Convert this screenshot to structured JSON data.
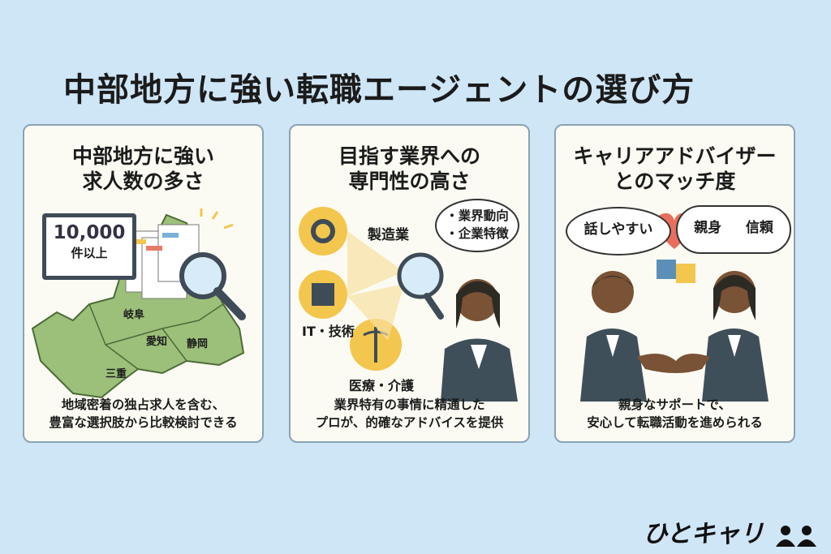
{
  "title": "中部地方に強い転職エージェントの選び方",
  "panels": [
    {
      "title_line1": "中部地方に強い",
      "title_line2": "求人数の多さ",
      "monitor_number": "10,000",
      "monitor_unit": "件以上",
      "map_labels": [
        "岐阜",
        "愛知",
        "静岡",
        "三重"
      ],
      "desc_line1": "地域密着の独占求人を含む、",
      "desc_line2": "豊富な選択肢から比較検討できる"
    },
    {
      "title_line1": "目指す業界への",
      "title_line2": "専門性の高さ",
      "industries": [
        "製造業",
        "IT・技術",
        "医療・介護"
      ],
      "bubble_line1": "・業界動向",
      "bubble_line2": "・企業特徴",
      "desc_line1": "業界特有の事情に精通した",
      "desc_line2": "プロが、的確なアドバイスを提供"
    },
    {
      "title_line1": "キャリアアドバイザー",
      "title_line2": "とのマッチ度",
      "bubble_left": "話しやすい",
      "bubble_right_1": "親身",
      "bubble_right_2": "信頼",
      "desc_line1": "親身なサポートで、",
      "desc_line2": "安心して転職活動を進められる"
    }
  ],
  "logo": "ひとキャリ",
  "colors": {
    "background": "#cfe6f7",
    "panel": "#fbfbf3",
    "map_green": "#9cc07a",
    "accent_yellow": "#f3c64e",
    "suit": "#3f4f5a"
  },
  "icons": [
    "monitor-icon",
    "magnifier-icon",
    "gear-icon",
    "chip-icon",
    "caduceus-icon",
    "heart-icon",
    "puzzle-icon",
    "handshake-icon",
    "people-icon"
  ]
}
